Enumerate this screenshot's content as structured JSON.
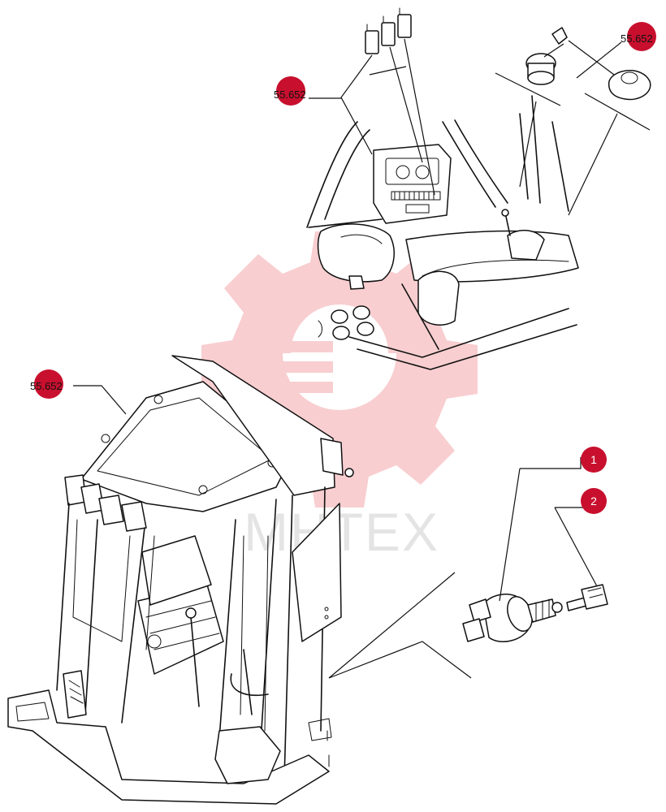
{
  "callouts": [
    {
      "label": "1"
    },
    {
      "label": "2"
    }
  ],
  "references": [
    {
      "label": "55.652"
    },
    {
      "label": "55.652"
    },
    {
      "label": "55.652"
    }
  ],
  "watermark": {
    "text": "MHTEX",
    "color": "#e3262c"
  },
  "colors": {
    "callout": "#c8102e",
    "line": "#111111"
  }
}
